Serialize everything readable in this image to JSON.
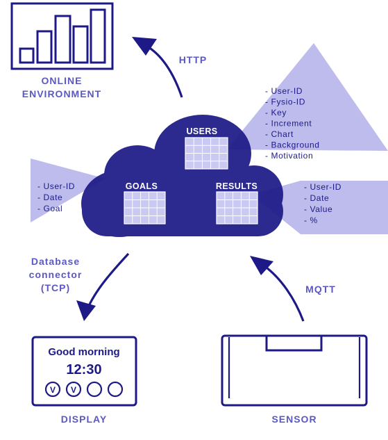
{
  "colors": {
    "primary": "#1d1a87",
    "label": "#5b58c4",
    "callout": "#bdbcec",
    "grid_fill": "#cac9f2",
    "white": "#ffffff"
  },
  "nodes": {
    "online": {
      "label_line1": "ONLINE",
      "label_line2": "ENVIRONMENT",
      "icon": "bar-chart-icon"
    },
    "display": {
      "label": "DISPLAY",
      "greeting": "Good morning",
      "time": "12:30",
      "checks": [
        "V",
        "V",
        "",
        ""
      ],
      "icon": "display-device-icon"
    },
    "sensor": {
      "label": "SENSOR",
      "icon": "sensor-device-icon"
    }
  },
  "connections": {
    "http": "HTTP",
    "database_line1": "Database",
    "database_line2": "connector",
    "database_line3": "(TCP)",
    "mqtt": "MQTT"
  },
  "tables": {
    "users": {
      "title": "USERS",
      "fields": [
        "- User-ID",
        "- Fysio-ID",
        "- Key",
        "- Increment",
        "- Chart",
        "- Background",
        "- Motivation"
      ]
    },
    "goals": {
      "title": "GOALS",
      "fields": [
        "- User-ID",
        "- Date",
        "- Goal"
      ]
    },
    "results": {
      "title": "RESULTS",
      "fields": [
        "- User-ID",
        "- Date",
        "- Value",
        "- %"
      ]
    }
  }
}
